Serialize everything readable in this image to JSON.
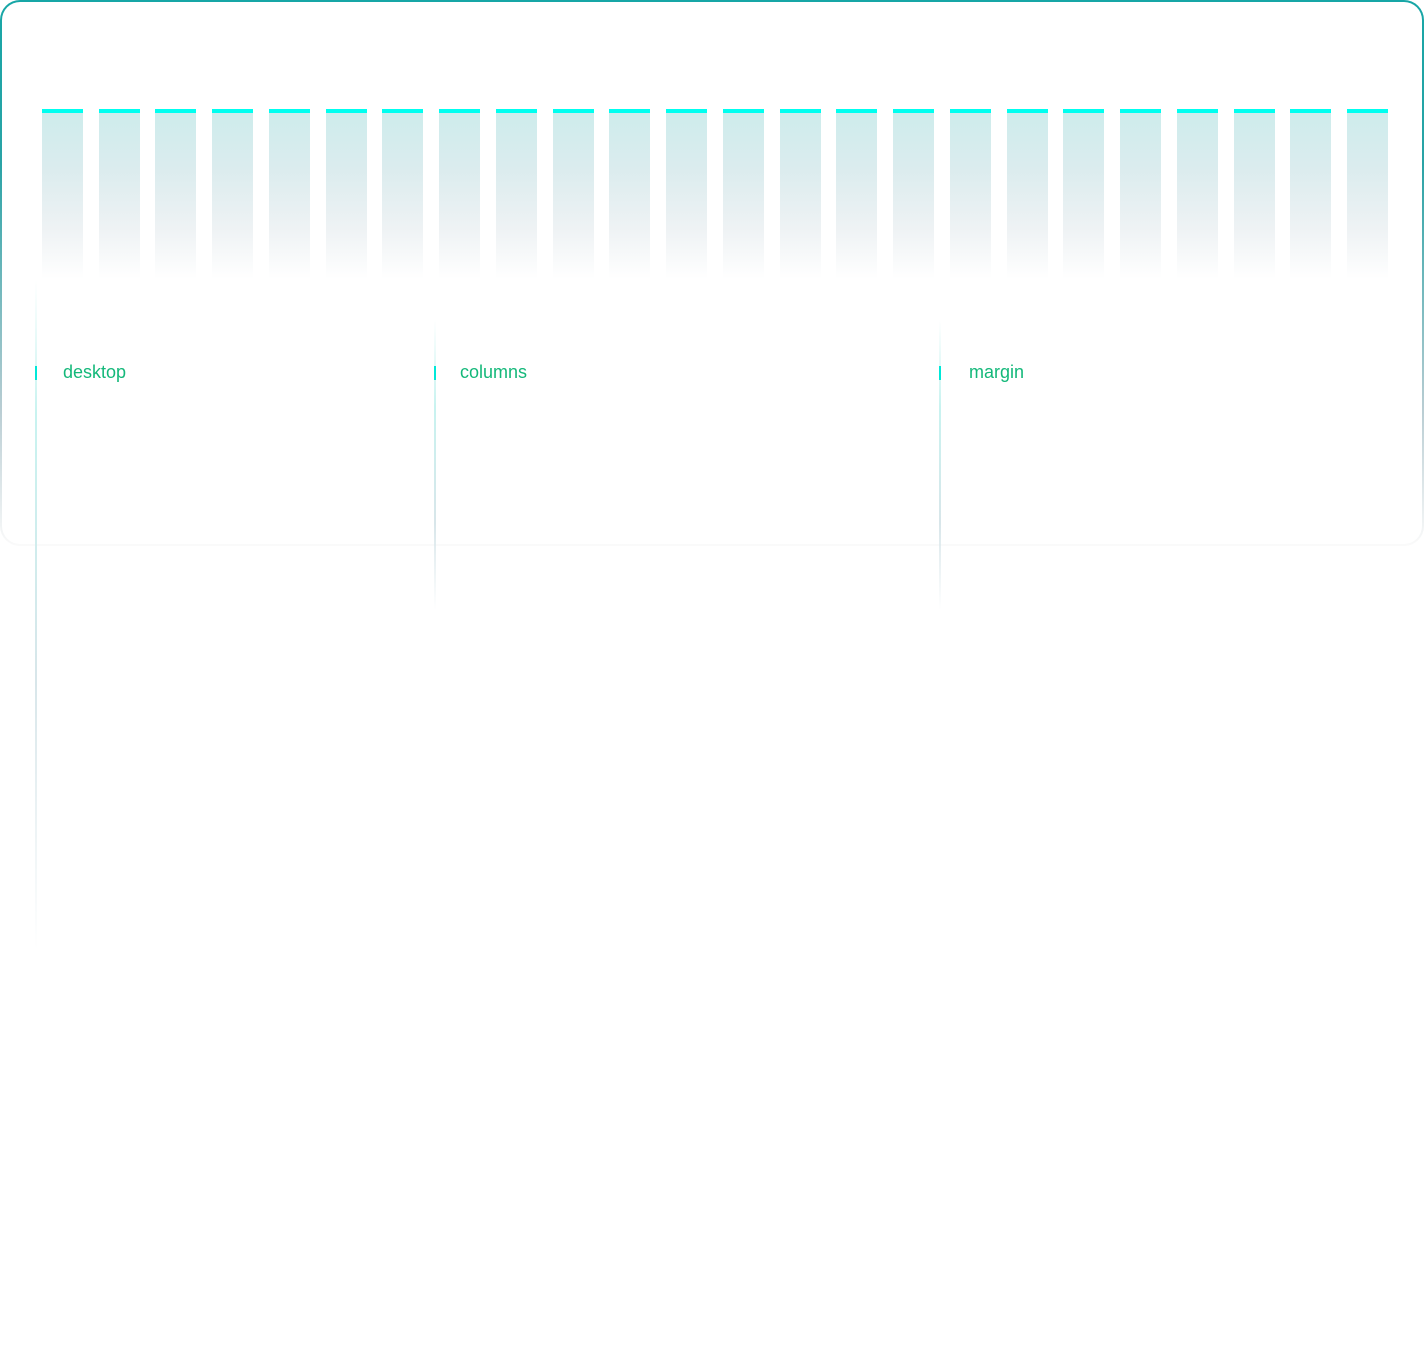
{
  "grid": {
    "column_count": 24,
    "accent": "#00fff0",
    "label_color": "#14b87a"
  },
  "labels": {
    "desktop": "desktop",
    "columns": "columns",
    "margin": "margin"
  }
}
